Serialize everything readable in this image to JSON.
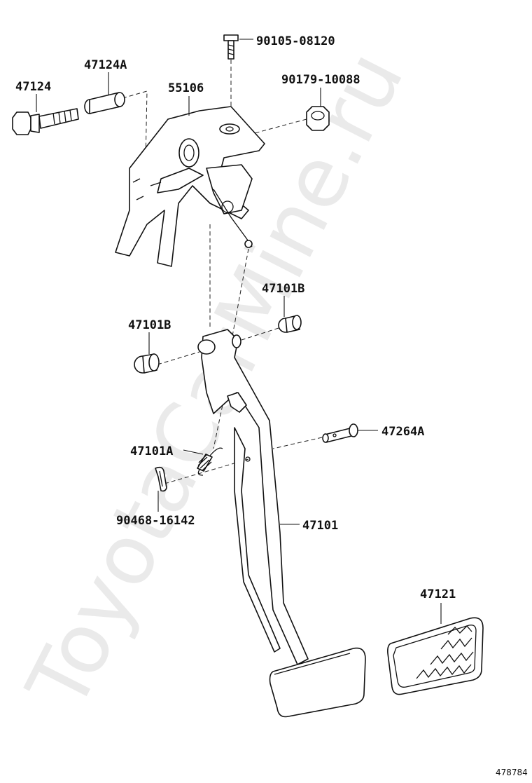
{
  "watermark": "ToyotaCarMine.ru",
  "diagram_id": "478784",
  "parts": {
    "bolt_top": "90105-08120",
    "bolt_left": "47124",
    "collar": "47124A",
    "bracket": "55106",
    "nut": "90179-10088",
    "bushing_right": "47101B",
    "bushing_left": "47101B",
    "spring": "47101A",
    "pin": "47264A",
    "clip": "90468-16142",
    "pedal_arm": "47101",
    "pedal_pad": "47121"
  }
}
